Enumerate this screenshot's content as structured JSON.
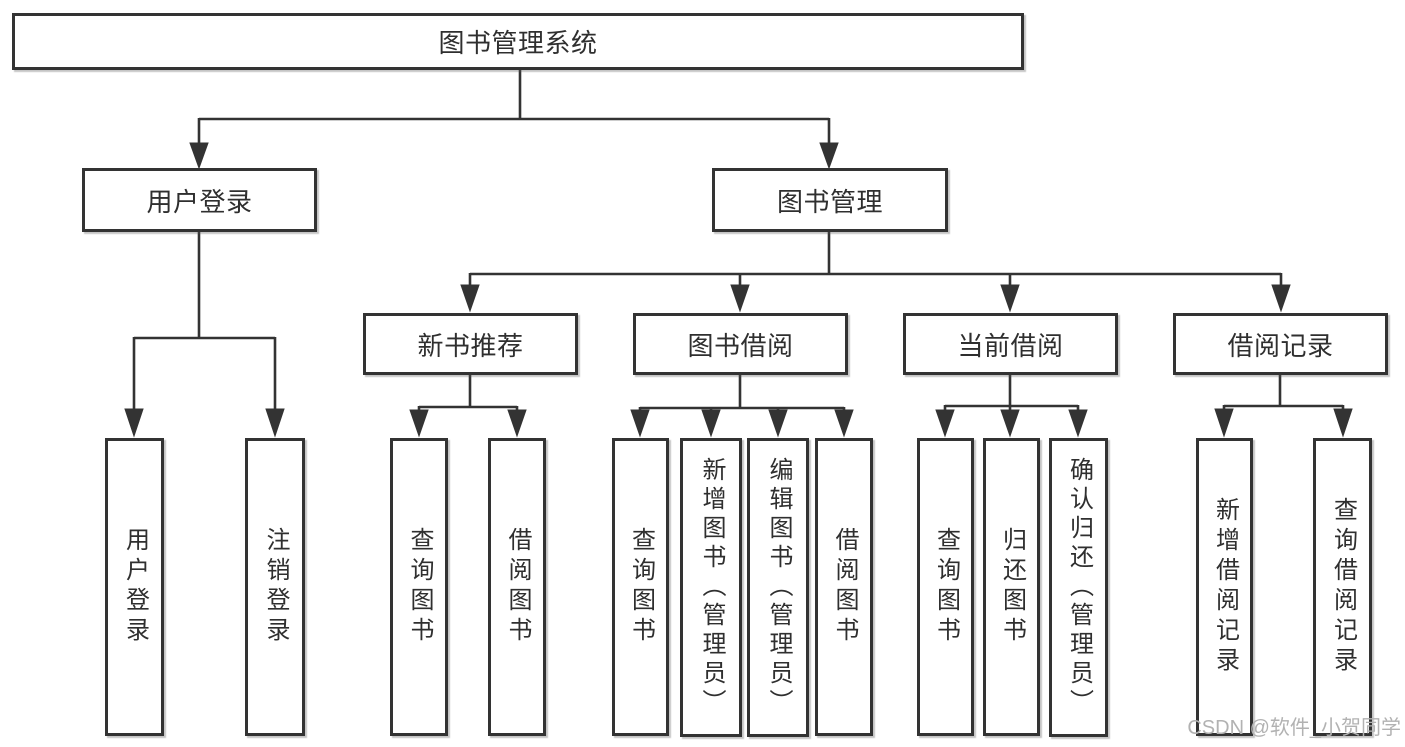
{
  "diagram": {
    "root": {
      "label": "图书管理系统"
    },
    "level2": {
      "user_login": {
        "label": "用户登录"
      },
      "book_mgmt": {
        "label": "图书管理"
      }
    },
    "level3": {
      "new_books": {
        "label": "新书推荐"
      },
      "book_borrow": {
        "label": "图书借阅"
      },
      "current_borrow": {
        "label": "当前借阅"
      },
      "borrow_records": {
        "label": "借阅记录"
      }
    },
    "leaves": {
      "user_login": {
        "label": "用户登录"
      },
      "logout": {
        "label": "注销登录"
      },
      "new_query": {
        "label": "查询图书"
      },
      "new_borrow": {
        "label": "借阅图书"
      },
      "borrow_query": {
        "label": "查询图书"
      },
      "borrow_add": {
        "label": "新增图书（管理员）"
      },
      "borrow_edit": {
        "label": "编辑图书（管理员）"
      },
      "borrow_do": {
        "label": "借阅图书"
      },
      "cur_query": {
        "label": "查询图书"
      },
      "cur_return": {
        "label": "归还图书"
      },
      "cur_confirm": {
        "label": "确认归还（管理员）"
      },
      "rec_add": {
        "label": "新增借阅记录"
      },
      "rec_query": {
        "label": "查询借阅记录"
      }
    }
  },
  "watermark": {
    "text": "CSDN @软件_小贺同学",
    "color": "#b2b2b2"
  },
  "colors": {
    "line": "#333333",
    "box_border": "#333333",
    "box_fill": "#ffffff",
    "text": "#2f2f2f",
    "background": "#ffffff"
  }
}
